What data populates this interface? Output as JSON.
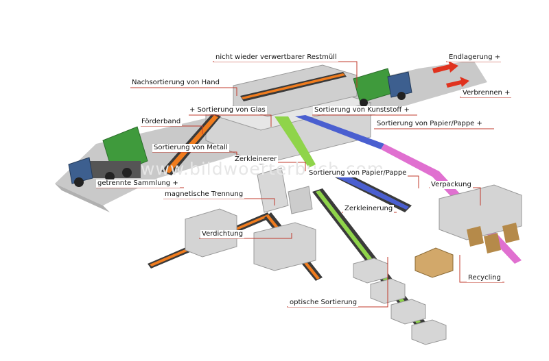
{
  "watermark": "www.bildwoerterbuch.com",
  "labels": {
    "restmuell": "nicht wieder verwertbarer Restmüll",
    "endlagerung": "Endlagerung +",
    "verbrennen": "Verbrennen +",
    "nachsortierung": "Nachsortierung von Hand",
    "glas": "+ Sortierung von Glas",
    "kunststoff": "Sortierung von Kunststoff +",
    "foerderband": "Förderband",
    "papier_top": "Sortierung von Papier/Pappe +",
    "metall": "Sortierung von Metall",
    "zerkleinerer": "Zerkleinerer",
    "papier_mid": "Sortierung von Papier/Pappe",
    "sammlung": "getrennte Sammlung +",
    "verpackung": "Verpackung",
    "magnetisch": "magnetische Trennung",
    "zerkleinerung": "Zerkleinerung",
    "verdichtung": "Verdichtung",
    "recycling": "Recycling",
    "optisch": "optische Sortierung"
  },
  "colors": {
    "accent_line": "#c0392b",
    "arrow_red": "#e0321e",
    "belt_orange": "#f07c1e",
    "belt_green": "#8fd44a",
    "belt_blue": "#4a5fd0",
    "belt_pink": "#e070d0",
    "truck_green": "#3f9a3c",
    "truck_blue": "#3d5f8f",
    "road": "#c9c9c9",
    "building": "#d4d4d4"
  }
}
